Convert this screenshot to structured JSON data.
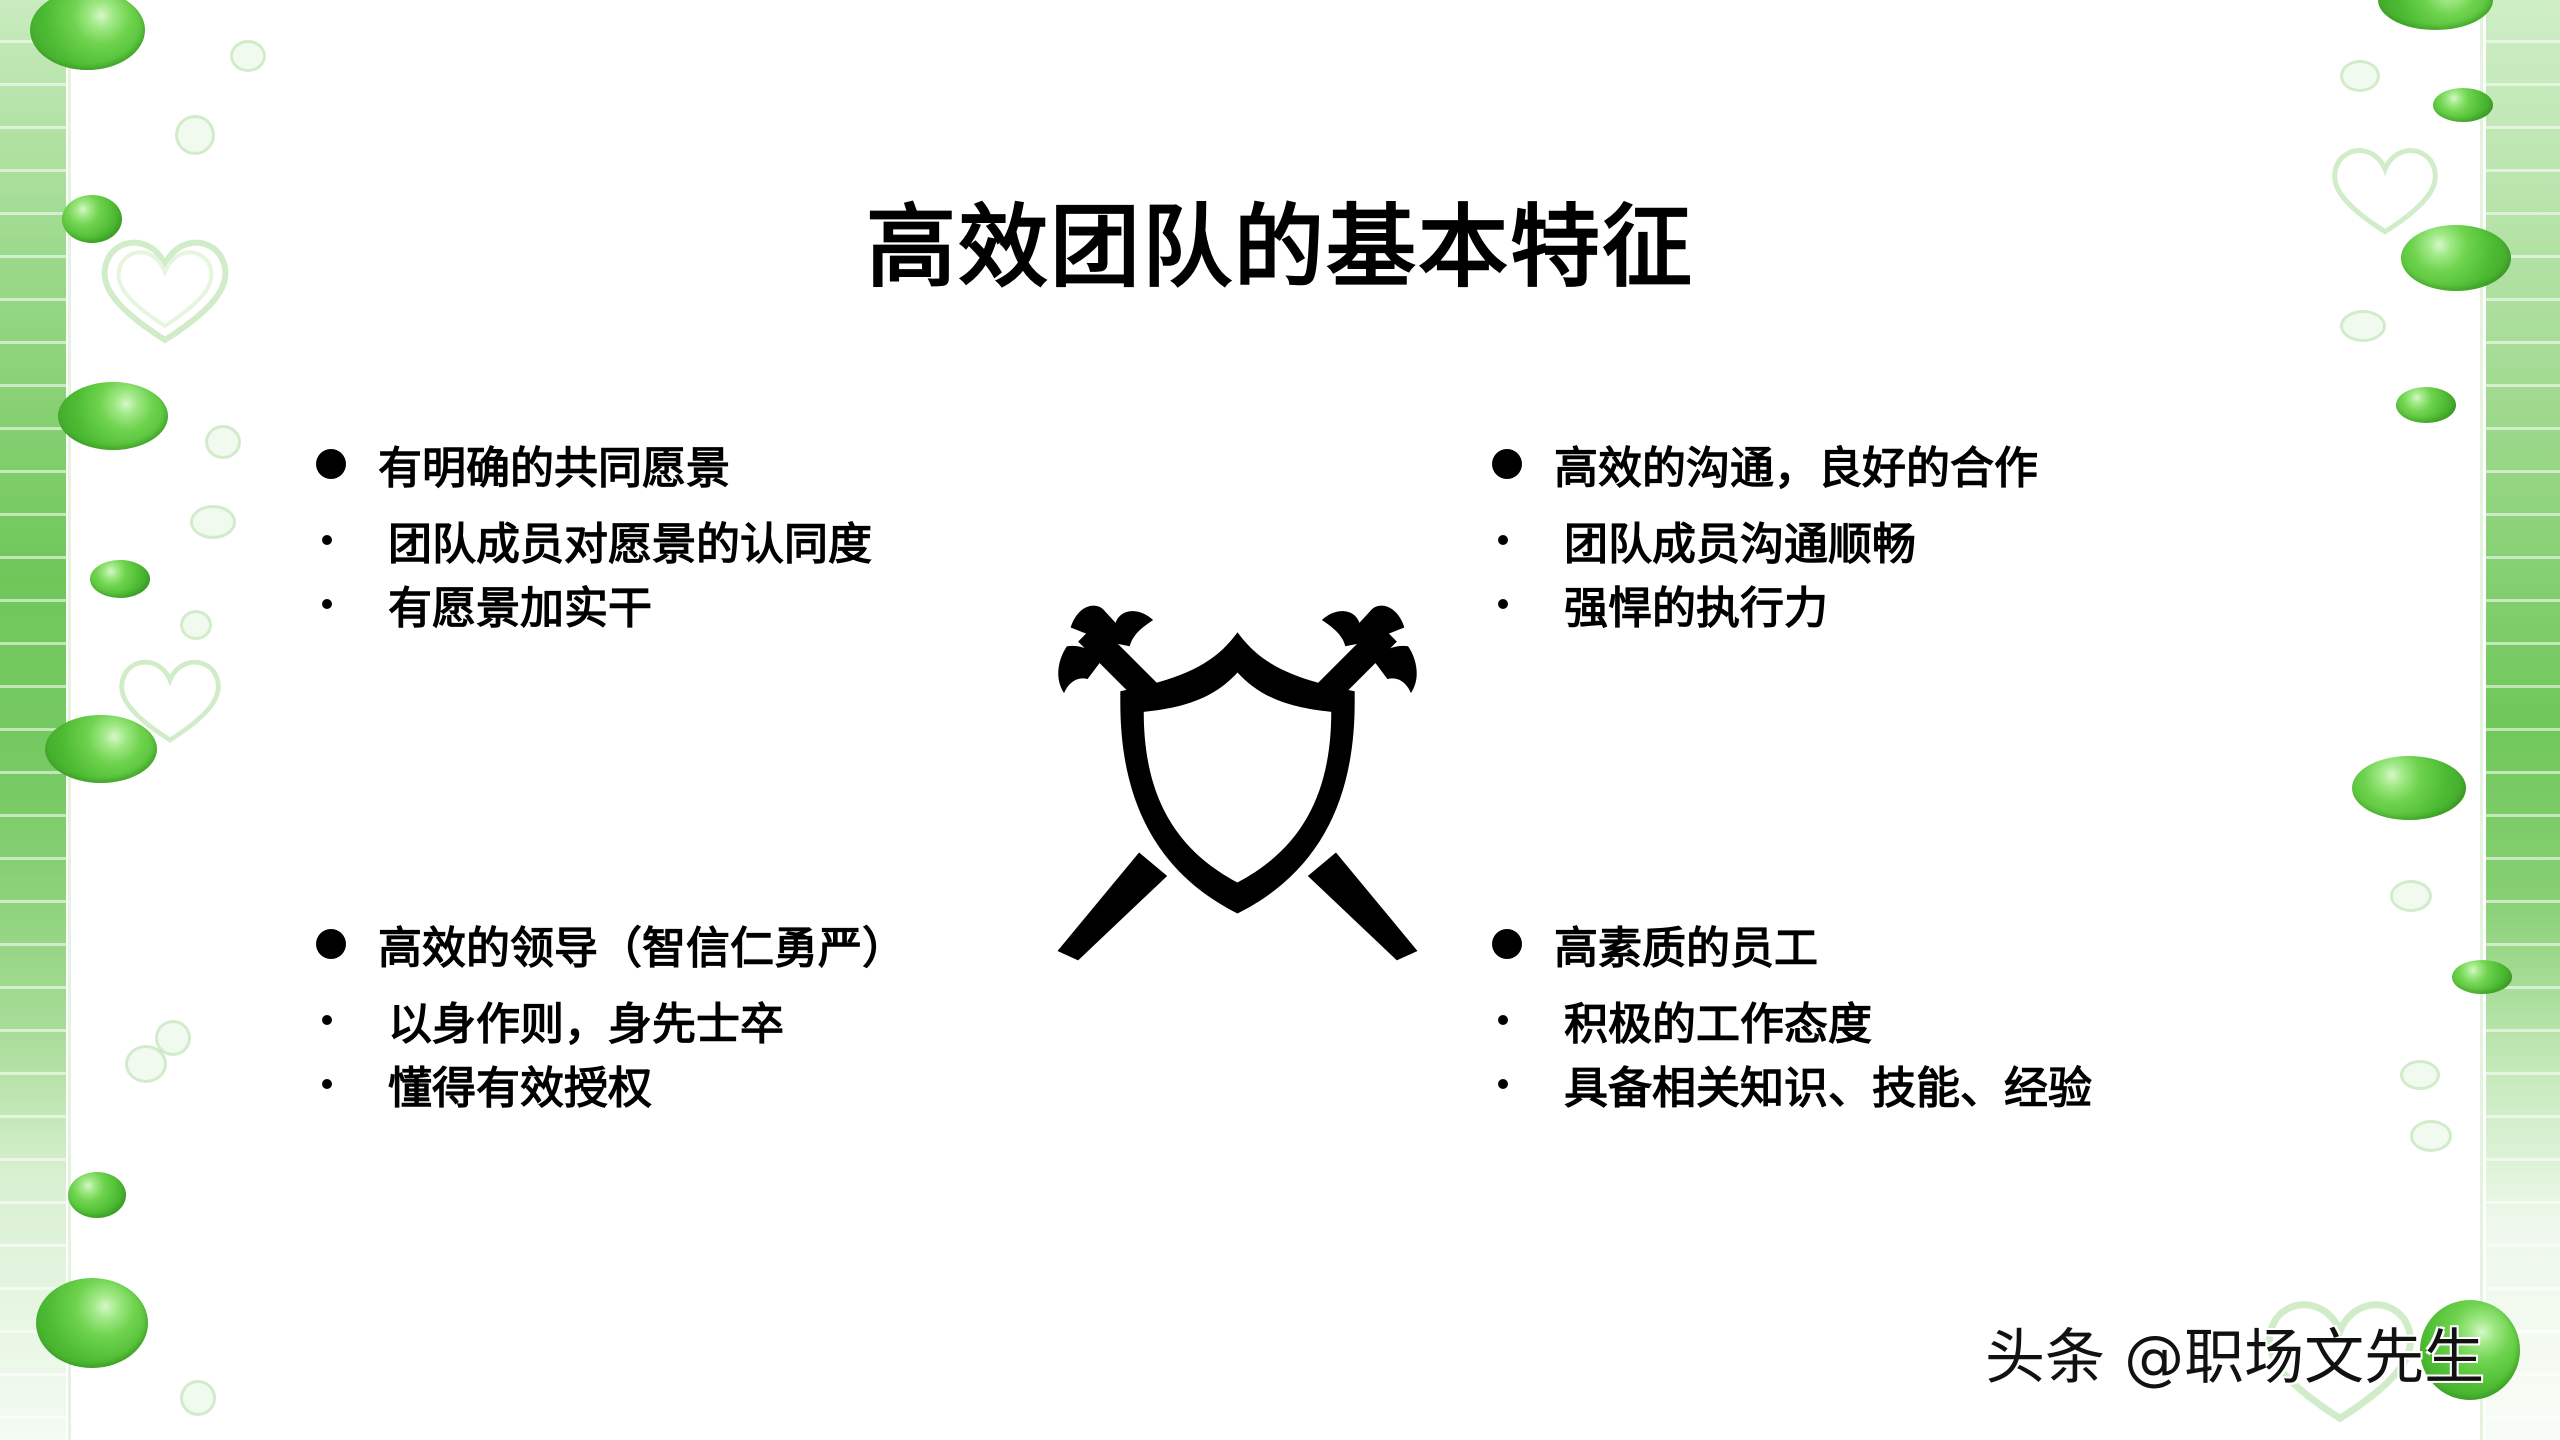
{
  "slide": {
    "title": "高效团队的基本特征",
    "quadrants": [
      {
        "heading": "有明确的共同愿景",
        "items": [
          "团队成员对愿景的认同度",
          "有愿景加实干"
        ]
      },
      {
        "heading": "高效的沟通，良好的合作",
        "items": [
          "团队成员沟通顺畅",
          "强悍的执行力"
        ]
      },
      {
        "heading": "高效的领导（智信仁勇严）",
        "items": [
          "以身作则，身先士卒",
          "懂得有效授权"
        ]
      },
      {
        "heading": "高素质的员工",
        "items": [
          "积极的工作态度",
          "具备相关知识、技能、经验"
        ]
      }
    ],
    "center_icon": "shield-crossed-swords-icon",
    "watermark": "头条 @职场文先生"
  },
  "theme": {
    "accent_green": "#6fc75a",
    "bubble_green": "#4dbb33",
    "text": "#000000",
    "background": "#ffffff"
  }
}
